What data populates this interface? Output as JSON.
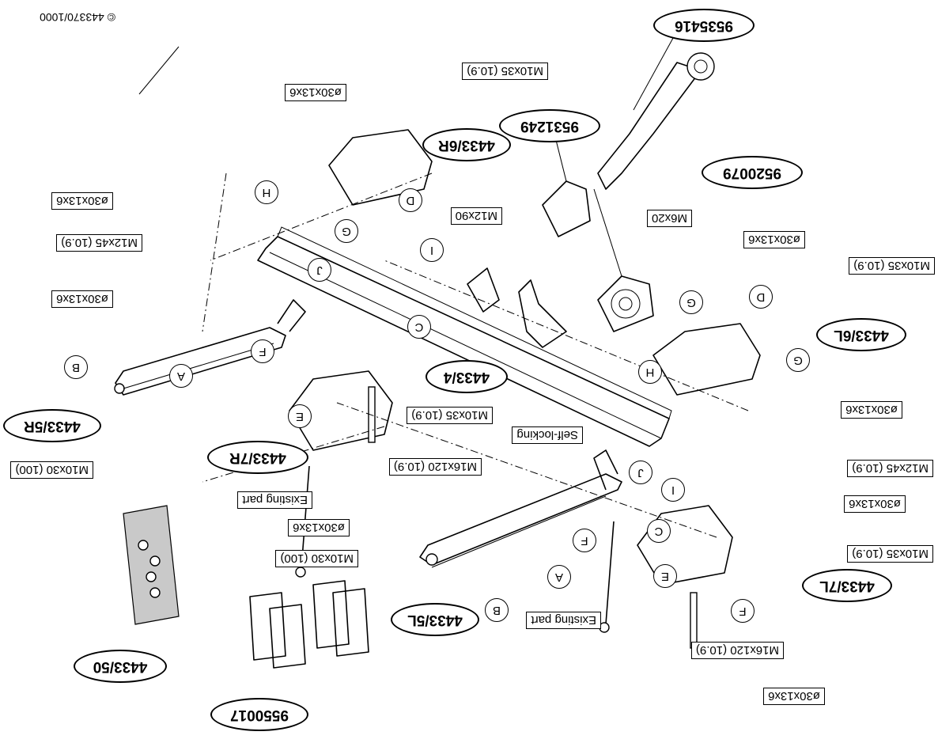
{
  "copyright": "© 443370/1000",
  "parts": {
    "p9535416": "9535416",
    "p9531249": "9531249",
    "p9520079": "9520079",
    "p4433_6R": "4433/6R",
    "p4433_6L": "4433/6L",
    "p4433_4": "4433/4",
    "p4433_5R": "4433/5R",
    "p4433_7R": "4433/7R",
    "p4433_5L": "4433/5L",
    "p4433_7L": "4433/7L",
    "p4433_50": "4433/50",
    "p9550017": "9550017"
  },
  "boxes": {
    "m10x35_a": "M10x35 (10.9)",
    "washer_a": "ø30x13x6",
    "m12x90": "M12x90",
    "m6x20": "M6x20",
    "washer_b": "ø30x13x6",
    "m10x35_b": "M10x35 (10.9)",
    "washer_c": "ø30x13x6",
    "m12x45_a": "M12x45 (10.9)",
    "washer_d": "ø30x13x6",
    "m10x35_c": "M10x35 (10.9)",
    "m16x120_a": "M16x120 (10.9)",
    "self_locking": "Self-locking",
    "washer_e": "ø30x13x6",
    "m12x45_b": "M12x45 (10.9)",
    "washer_f": "ø30x13x6",
    "m10x30_a": "M10x30 (100)",
    "existing_a": "Existing part",
    "washer_g": "ø30x13x6",
    "m10x30_b": "M10x30 (100)",
    "m10x35_d": "M10x35 (10.9)",
    "existing_b": "Existing part",
    "m16x120_b": "M16x120 (10.9)",
    "washer_h": "ø30x13x6"
  },
  "letters": {
    "H1": "H",
    "D1": "D",
    "G1": "G",
    "I1": "I",
    "J1": "J",
    "C1": "C",
    "F1": "F",
    "B1": "B",
    "A1": "A",
    "E1": "E",
    "D2": "D",
    "G2": "G",
    "G3": "G",
    "H2": "H",
    "J2": "J",
    "I2": "I",
    "C2": "C",
    "F2": "F",
    "E2": "E",
    "A2": "A",
    "B2": "B",
    "F3": "F"
  }
}
